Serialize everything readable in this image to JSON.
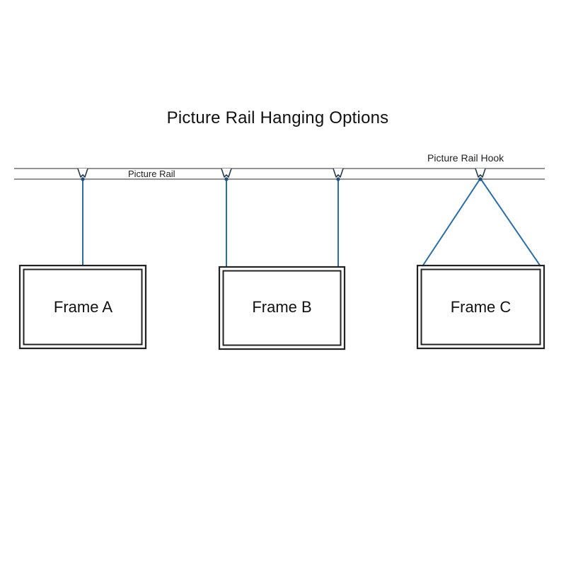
{
  "diagram": {
    "title": "Picture Rail Hanging Options",
    "rail_label": "Picture Rail",
    "hook_label": "Picture Rail Hook",
    "frames": [
      {
        "label": "Frame A"
      },
      {
        "label": "Frame B"
      },
      {
        "label": "Frame C"
      }
    ]
  },
  "colors": {
    "cord": "#2a6ea8",
    "frame_stroke": "#222222",
    "rail_stroke": "#555555",
    "text": "#111111"
  }
}
